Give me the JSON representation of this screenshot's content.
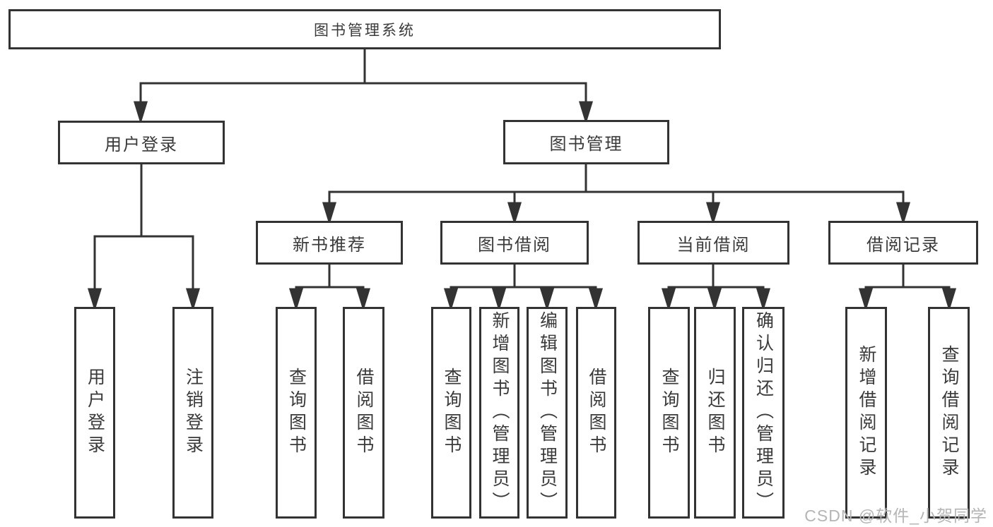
{
  "root": {
    "label": "图书管理系统"
  },
  "branches": [
    {
      "label": "用户登录",
      "leaves": [
        {
          "label": "用户登录"
        },
        {
          "label": "注销登录"
        }
      ]
    },
    {
      "label": "图书管理",
      "groups": [
        {
          "label": "新书推荐",
          "leaves": [
            {
              "label": "查询图书"
            },
            {
              "label": "借阅图书"
            }
          ]
        },
        {
          "label": "图书借阅",
          "leaves": [
            {
              "label": "查询图书"
            },
            {
              "label": "新增图书（管理员）"
            },
            {
              "label": "编辑图书（管理员）"
            },
            {
              "label": "借阅图书"
            }
          ]
        },
        {
          "label": "当前借阅",
          "leaves": [
            {
              "label": "查询图书"
            },
            {
              "label": "归还图书"
            },
            {
              "label": "确认归还（管理员）"
            }
          ]
        },
        {
          "label": "借阅记录",
          "leaves": [
            {
              "label": "新增借阅记录"
            },
            {
              "label": "查询借阅记录"
            }
          ]
        }
      ]
    }
  ],
  "watermark": {
    "text": "CSDN @软件_小贺同学"
  },
  "colors": {
    "line": "#333333",
    "text": "#3a3a3a",
    "watermark": "#b5b5b5",
    "background": "#ffffff"
  }
}
